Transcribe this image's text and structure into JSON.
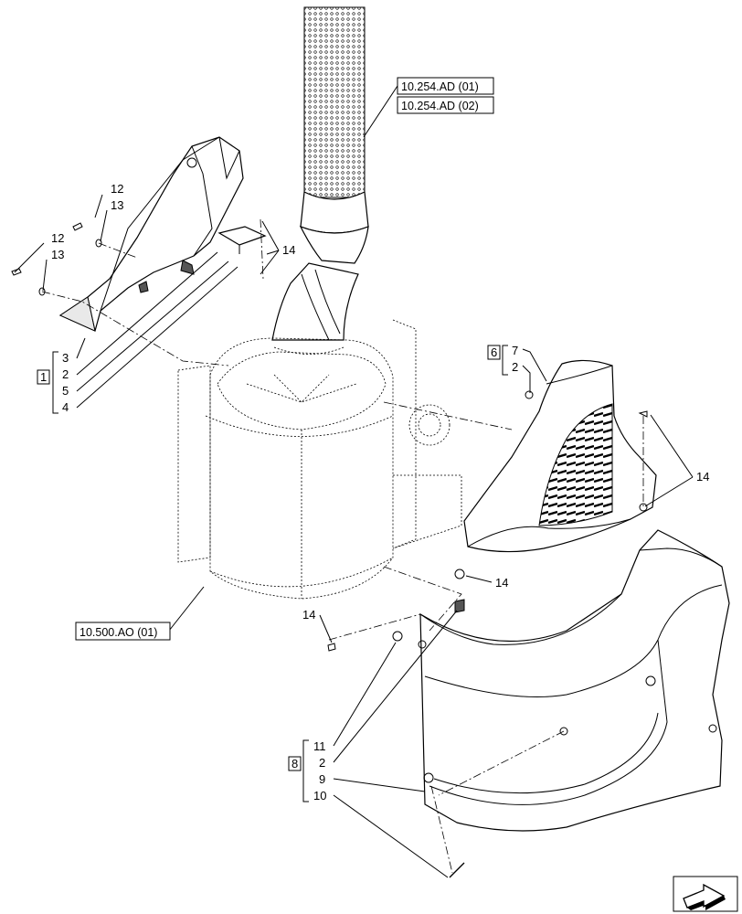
{
  "references": {
    "ref_254_01": "10.254.AD (01)",
    "ref_254_02": "10.254.AD (02)",
    "ref_500": "10.500.AO (01)"
  },
  "groups": {
    "group_1": "1",
    "group_6": "6",
    "group_8": "8"
  },
  "callouts": {
    "c12a": "12",
    "c13a": "13",
    "c12b": "12",
    "c13b": "13",
    "c14a": "14",
    "c3": "3",
    "c2a": "2",
    "c5": "5",
    "c4": "4",
    "c7": "7",
    "c2b": "2",
    "c14b": "14",
    "c14c": "14",
    "c14d": "14",
    "c11": "11",
    "c2c": "2",
    "c9": "9",
    "c10": "10"
  }
}
